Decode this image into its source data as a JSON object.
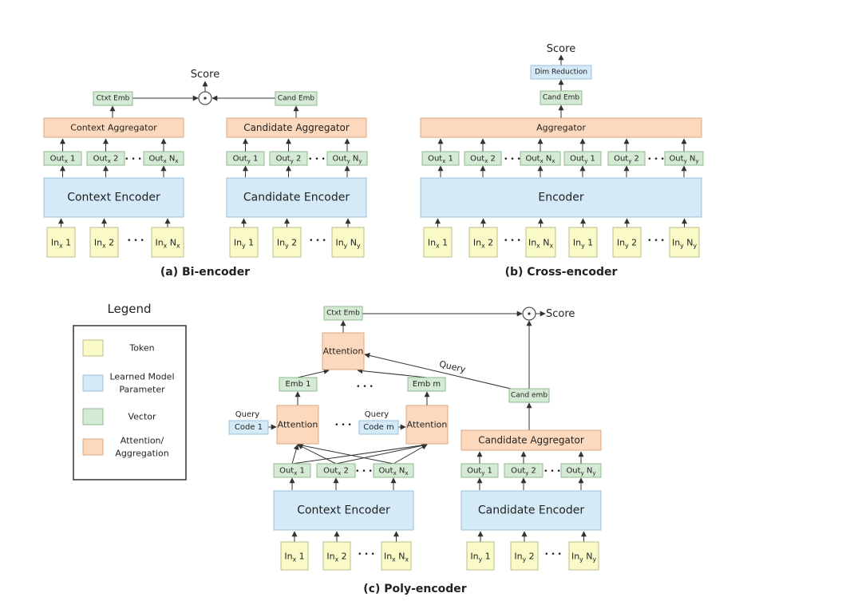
{
  "colors": {
    "token": "#fafac8",
    "param": "#d4eaf7",
    "vector": "#d5ead5",
    "attention": "#fcd9bd",
    "stroke_token": "#bcbc8a",
    "stroke_param": "#9cc0d8",
    "stroke_vector": "#8fb98f",
    "stroke_attention": "#d7a884",
    "edge": "#333333"
  },
  "bi_encoder": {
    "caption": "(a) Bi-encoder",
    "score": "Score",
    "dot": "⋅",
    "ctxt_emb": "Ctxt Emb",
    "cand_emb": "Cand Emb",
    "context_aggregator": "Context Aggregator",
    "candidate_aggregator": "Candidate Aggregator",
    "context_encoder": "Context Encoder",
    "candidate_encoder": "Candidate Encoder",
    "context_outputs": [
      {
        "base": "Out",
        "sub": "x",
        "suffix": "1"
      },
      {
        "base": "Out",
        "sub": "x",
        "suffix": "2"
      },
      {
        "base": "Out",
        "sub": "x",
        "suffix": "N",
        "suffix_sub": "x"
      }
    ],
    "candidate_outputs": [
      {
        "base": "Out",
        "sub": "y",
        "suffix": "1"
      },
      {
        "base": "Out",
        "sub": "y",
        "suffix": "2"
      },
      {
        "base": "Out",
        "sub": "y",
        "suffix": "N",
        "suffix_sub": "y"
      }
    ],
    "context_inputs": [
      {
        "base": "In",
        "sub": "x",
        "suffix": "1"
      },
      {
        "base": "In",
        "sub": "x",
        "suffix": "2"
      },
      {
        "base": "In",
        "sub": "x",
        "suffix": "N",
        "suffix_sub": "x"
      }
    ],
    "candidate_inputs": [
      {
        "base": "In",
        "sub": "y",
        "suffix": "1"
      },
      {
        "base": "In",
        "sub": "y",
        "suffix": "2"
      },
      {
        "base": "In",
        "sub": "y",
        "suffix": "N",
        "suffix_sub": "y"
      }
    ],
    "ellipsis": "• • •"
  },
  "cross_encoder": {
    "caption": "(b) Cross-encoder",
    "score": "Score",
    "dim_reduction": "Dim Reduction",
    "cand_emb": "Cand Emb",
    "aggregator": "Aggregator",
    "encoder": "Encoder",
    "outputs": [
      {
        "base": "Out",
        "sub": "x",
        "suffix": "1"
      },
      {
        "base": "Out",
        "sub": "x",
        "suffix": "2"
      },
      {
        "base": "Out",
        "sub": "x",
        "suffix": "N",
        "suffix_sub": "x"
      },
      {
        "base": "Out",
        "sub": "y",
        "suffix": "1"
      },
      {
        "base": "Out",
        "sub": "y",
        "suffix": "2"
      },
      {
        "base": "Out",
        "sub": "y",
        "suffix": "N",
        "suffix_sub": "y"
      }
    ],
    "inputs": [
      {
        "base": "In",
        "sub": "x",
        "suffix": "1"
      },
      {
        "base": "In",
        "sub": "x",
        "suffix": "2"
      },
      {
        "base": "In",
        "sub": "x",
        "suffix": "N",
        "suffix_sub": "x"
      },
      {
        "base": "In",
        "sub": "y",
        "suffix": "1"
      },
      {
        "base": "In",
        "sub": "y",
        "suffix": "2"
      },
      {
        "base": "In",
        "sub": "y",
        "suffix": "N",
        "suffix_sub": "y"
      }
    ],
    "ellipsis": "• • •"
  },
  "poly_encoder": {
    "caption": "(c) Poly-encoder",
    "score": "Score",
    "dot": "⋅",
    "ctxt_emb": "Ctxt Emb",
    "top_attention": "Attention",
    "query_edge_label": "Query",
    "emb_1": "Emb 1",
    "emb_m": "Emb m",
    "cand_emb": "Cand emb",
    "attention": "Attention",
    "query_label": "Query",
    "code_1": "Code 1",
    "code_m": "Code m",
    "candidate_aggregator": "Candidate Aggregator",
    "context_encoder": "Context Encoder",
    "candidate_encoder": "Candidate Encoder",
    "context_outputs": [
      {
        "base": "Out",
        "sub": "x",
        "suffix": "1"
      },
      {
        "base": "Out",
        "sub": "x",
        "suffix": "2"
      },
      {
        "base": "Out",
        "sub": "x",
        "suffix": "N",
        "suffix_sub": "x"
      }
    ],
    "candidate_outputs": [
      {
        "base": "Out",
        "sub": "y",
        "suffix": "1"
      },
      {
        "base": "Out",
        "sub": "y",
        "suffix": "2"
      },
      {
        "base": "Out",
        "sub": "y",
        "suffix": "N",
        "suffix_sub": "y"
      }
    ],
    "context_inputs": [
      {
        "base": "In",
        "sub": "x",
        "suffix": "1"
      },
      {
        "base": "In",
        "sub": "x",
        "suffix": "2"
      },
      {
        "base": "In",
        "sub": "x",
        "suffix": "N",
        "suffix_sub": "x"
      }
    ],
    "candidate_inputs": [
      {
        "base": "In",
        "sub": "y",
        "suffix": "1"
      },
      {
        "base": "In",
        "sub": "y",
        "suffix": "2"
      },
      {
        "base": "In",
        "sub": "y",
        "suffix": "N",
        "suffix_sub": "y"
      }
    ],
    "ellipsis": "• • •"
  },
  "legend": {
    "title": "Legend",
    "items": [
      {
        "label_lines": [
          "Token"
        ],
        "kind": "token"
      },
      {
        "label_lines": [
          "Learned Model",
          "Parameter"
        ],
        "kind": "param"
      },
      {
        "label_lines": [
          "Vector"
        ],
        "kind": "vector"
      },
      {
        "label_lines": [
          "Attention/",
          "Aggregation"
        ],
        "kind": "attention"
      }
    ]
  }
}
